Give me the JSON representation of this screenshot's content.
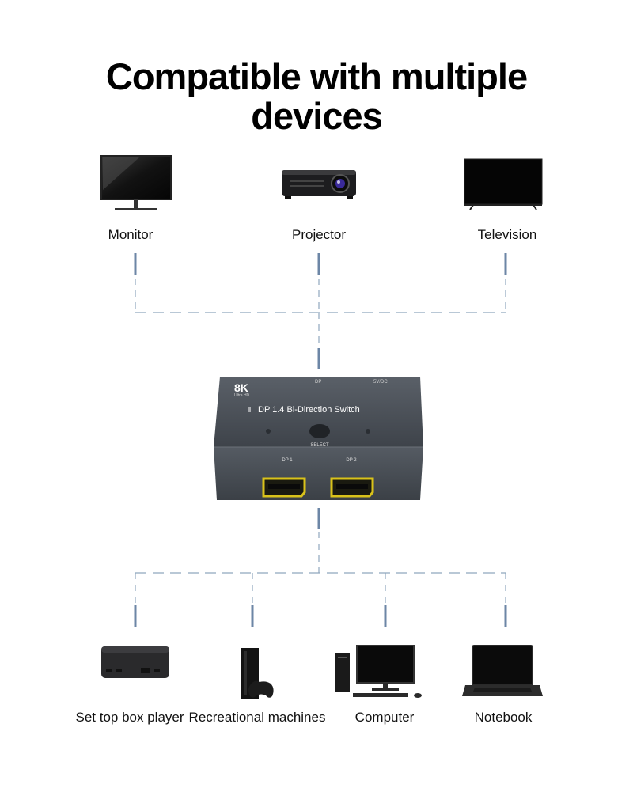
{
  "title": {
    "line1": "Compatible with multiple",
    "line2": "devices"
  },
  "outputs": [
    {
      "label": "Monitor",
      "icon": "monitor-icon"
    },
    {
      "label": "Projector",
      "icon": "projector-icon"
    },
    {
      "label": "Television",
      "icon": "television-icon"
    }
  ],
  "switch": {
    "badge": "8K",
    "badge_sub": "Ultra HD",
    "top_port_left": "DP",
    "top_port_right": "5V/DC",
    "name": "DP 1.4 Bi-Direction Switch",
    "button_label": "SELECT",
    "port1": "DP 1",
    "port2": "DP 2",
    "body_color": "#4a4f56",
    "port_color": "#d9c21a"
  },
  "inputs": [
    {
      "label": "Set top box player",
      "icon": "set-top-box-icon"
    },
    {
      "label": "Recreational machines",
      "icon": "game-console-icon"
    },
    {
      "label": "Computer",
      "icon": "computer-icon"
    },
    {
      "label": "Notebook",
      "icon": "notebook-icon"
    }
  ],
  "colors": {
    "connector_line": "#7f9ab3",
    "connector_bar": "#6c86a6"
  }
}
